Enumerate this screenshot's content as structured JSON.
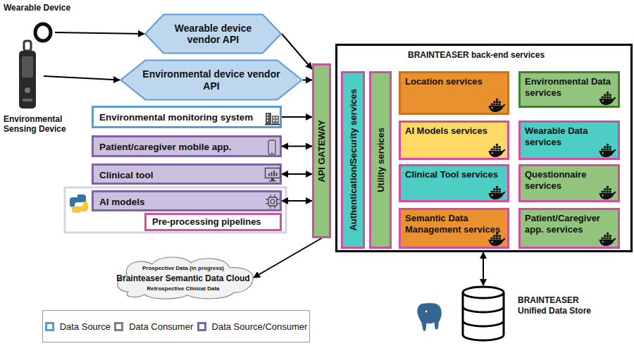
{
  "diagram": {
    "nodes": [
      {
        "text": [
          "Wearable Device"
        ]
      },
      {
        "text": [
          "Wearable device vendor API"
        ]
      },
      {
        "text": [
          "Environmental device vendor API"
        ]
      },
      {
        "text": [
          "Environmental Sensing Device"
        ]
      },
      {
        "text": [
          "Environmental monitoring system"
        ]
      },
      {
        "text": [
          "Patient/caregiver mobile app."
        ]
      },
      {
        "text": [
          "Clinical tool"
        ]
      },
      {
        "text": [
          "AI models"
        ]
      },
      {
        "text": [
          "Pre-processing pipelines"
        ]
      },
      {
        "text": [
          "API GATEWAY"
        ]
      },
      {
        "text": [
          "BRAINTEASER back-end services"
        ]
      },
      {
        "text": [
          "Authentication/Security services"
        ],
        "in": 10
      },
      {
        "text": [
          "Utility services"
        ],
        "in": 10
      },
      {
        "text": [
          "Location services"
        ],
        "in": 10
      },
      {
        "text": [
          "Environmental Data services"
        ],
        "in": 10
      },
      {
        "text": [
          "AI Models services"
        ],
        "in": 10
      },
      {
        "text": [
          "Wearable Data services"
        ],
        "in": 10
      },
      {
        "text": [
          "Clinical Tool services"
        ],
        "in": 10
      },
      {
        "text": [
          "Questionnaire services"
        ],
        "in": 10
      },
      {
        "text": [
          "Semantic Data Management services"
        ],
        "in": 10
      },
      {
        "text": [
          "Patient/Caregiver app. services"
        ],
        "in": 10
      },
      {
        "text": [
          "Prospective Data (in progress)",
          "Brainteaser Semantic Data Cloud",
          "Retrospective Clinical Data"
        ]
      },
      {
        "text": [
          "BRAINTEASER Unified Data Store"
        ]
      }
    ],
    "edges": [
      {
        "from": 0,
        "to": 1,
        "arrow": "to"
      },
      {
        "from": 3,
        "to": 2,
        "arrow": "to"
      },
      {
        "from": 1,
        "to": 9,
        "arrow": "to"
      },
      {
        "from": 2,
        "to": 9,
        "arrow": "to"
      },
      {
        "from": 4,
        "to": 9,
        "arrow": "to"
      },
      {
        "from": 5,
        "to": 9,
        "arrow": "both"
      },
      {
        "from": 6,
        "to": 9,
        "arrow": "both"
      },
      {
        "from": 7,
        "to": 9,
        "arrow": "both"
      },
      {
        "from": 9,
        "to": 21,
        "arrow": "to"
      },
      {
        "from": 10,
        "to": 22,
        "arrow": "both"
      }
    ],
    "legend": [
      {
        "text": "Data Source",
        "color": "#5b9bd5"
      },
      {
        "text": "Data Consumer",
        "color": "#808080"
      },
      {
        "text": "Data Source/Consumer",
        "color": "#8064a2"
      }
    ]
  }
}
